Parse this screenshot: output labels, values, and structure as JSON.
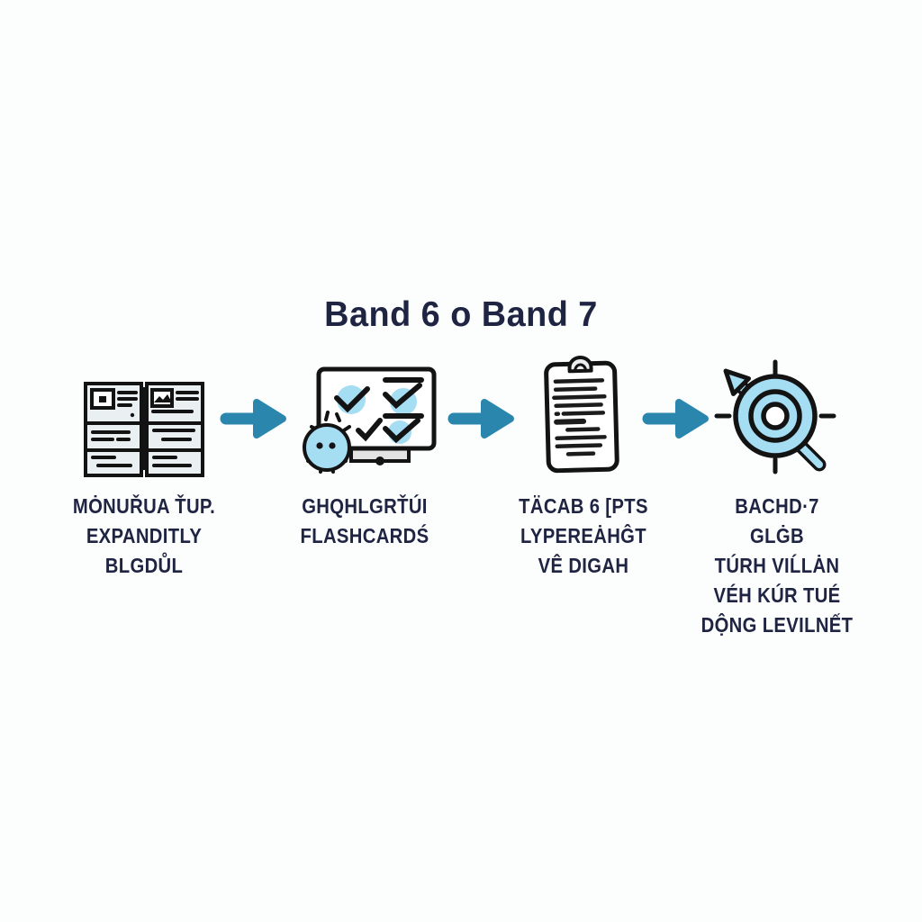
{
  "title": "Band 6 o Band 7",
  "colors": {
    "accent_teal": "#2b86ad",
    "light_blue": "#a5ddf3",
    "ink": "#1f2442",
    "background": "#fcfdfd"
  },
  "steps": [
    {
      "icon": "catalog-cards-icon",
      "label_lines": [
        "MȮNUŘUA ŤUP.",
        "EXPANDITLY",
        "BLGDŮL"
      ]
    },
    {
      "icon": "flashcards-monitor-icon",
      "label_lines": [
        "GHQHLGRŤÚI",
        "FLASHCARDŚ"
      ]
    },
    {
      "icon": "clipboard-notes-icon",
      "label_lines": [
        "TÄCAB 6 [PTS",
        "LYPEREȦHĜT",
        "VÊ DIGAH"
      ]
    },
    {
      "icon": "target-arrow-icon",
      "label_lines": [
        "BACHD·7",
        "GLĠB",
        "TÚRH VIĹLȦN",
        "VÉH KÚR TUÉ",
        "DỘNG LEVILNẾT"
      ]
    }
  ],
  "connector": {
    "glyph": "right-arrow",
    "count": 3
  }
}
